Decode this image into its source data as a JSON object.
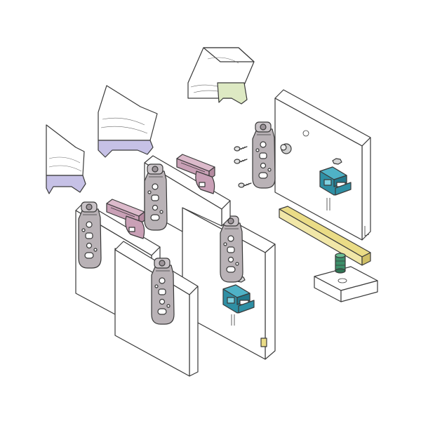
{
  "figure": {
    "background": "#ffffff",
    "colors": {
      "panel": "#ffffff",
      "wood": "#ffffff",
      "track_purple": "#c6c1e6",
      "track_green": "#dde9c3",
      "bracket_gray": "#b9b2b6",
      "bracket_pink": "#c9a0b6",
      "clip_blue": "#2e8fa4",
      "guide_yellow": "#eadc86",
      "guide_green": "#3c8f6a",
      "screw_gray": "#d6d6d6"
    },
    "parts": {
      "track_sections": 3,
      "carrier_brackets": 6,
      "upper_guides": 3,
      "bottom_clips": 2,
      "screws": 3,
      "door_panels": 4
    }
  }
}
